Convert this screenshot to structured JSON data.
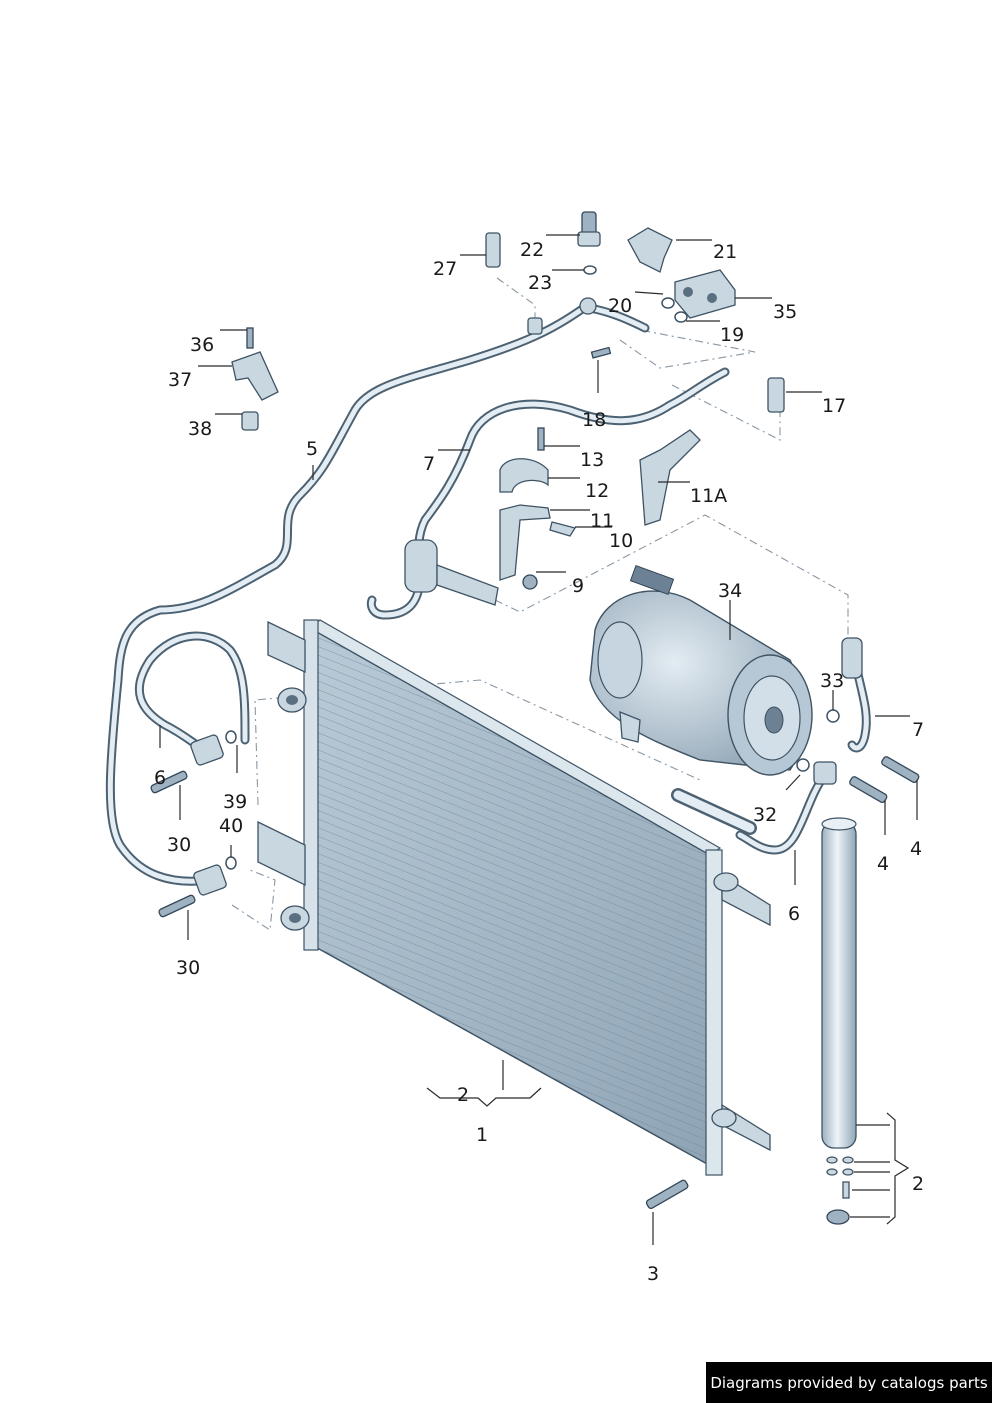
{
  "credit": "Diagrams provided by catalogs parts",
  "callouts": [
    "27",
    "22",
    "23",
    "21",
    "20",
    "35",
    "19",
    "36",
    "37",
    "38",
    "5",
    "18",
    "17",
    "7",
    "13",
    "12",
    "11A",
    "11",
    "10",
    "9",
    "34",
    "33",
    "7",
    "6",
    "39",
    "30",
    "40",
    "30",
    "32",
    "4",
    "4",
    "6",
    "2",
    "1",
    "2",
    "3"
  ],
  "palette": {
    "part_fill": "#c9d7e1",
    "part_stroke": "#3e5364",
    "background": "#ffffff"
  }
}
